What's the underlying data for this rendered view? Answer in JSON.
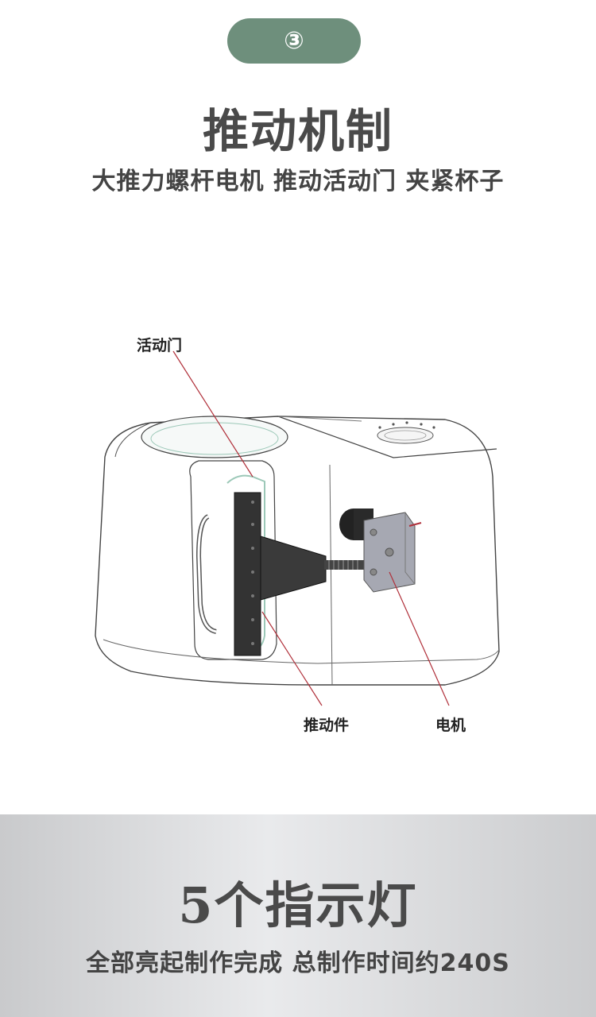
{
  "header": {
    "step_badge": "③",
    "title": "推动机制",
    "subtitle": "大推力螺杆电机 推动活动门 夹紧杯子"
  },
  "diagram": {
    "labels": {
      "door": "活动门",
      "pusher": "推动件",
      "motor": "电机"
    }
  },
  "footer": {
    "title": "5个指示灯",
    "subtitle": "全部亮起制作完成 总制作时间约240S"
  },
  "colors": {
    "badge": "#6e8f7c",
    "heading": "#4a4a4a",
    "callout_line": "#b0303a",
    "motor": "#a6a8b2",
    "pusher": "#333333"
  }
}
